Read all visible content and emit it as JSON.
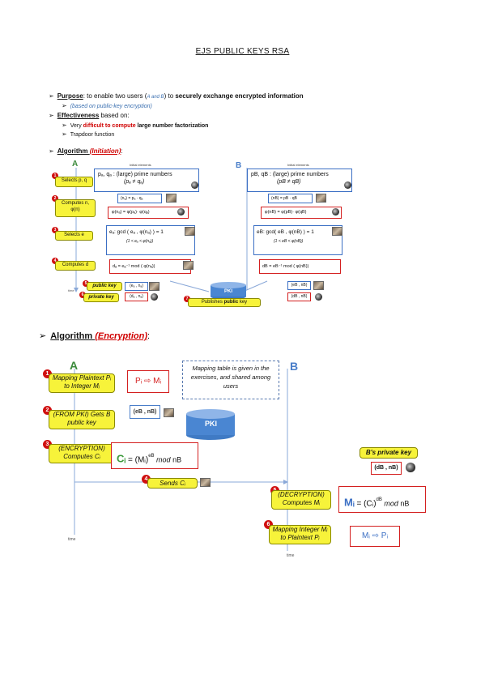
{
  "title": "EJS PUBLIC KEYS RSA",
  "bullets": {
    "purpose_label": "Purpose",
    "purpose_text_1": ": to enable two users (",
    "purpose_ab": "A and B",
    "purpose_text_2": ") to ",
    "purpose_bold": "securely exchange encrypted information",
    "purpose_sub": "(based on public-key encryption)",
    "eff_label": "Effectiveness",
    "eff_text": " based on:",
    "eff_sub1_pre": "Very ",
    "eff_sub1_red": "difficult to compute",
    "eff_sub1_post": " large number factorization",
    "eff_sub2": "Trapdoor function",
    "alg_label": "Algorithm ",
    "alg_init": "(Initiation)",
    "colon": ":"
  },
  "init": {
    "A": "A",
    "B": "B",
    "initial_elements": "Initial elements",
    "s1": "Selects p, q",
    "s2": "Computes n,",
    "s2b": "φ(n)",
    "s3": "Selects e",
    "s4": "Computes d",
    "primes_a_1": "pₐ, qₐ : (large) prime numbers",
    "primes_a_2": "(pₐ ≠ qₐ)",
    "primes_b_1": "pB, qB : (large) prime numbers",
    "primes_b_2": "(pB ≠ qB)",
    "n_a": "(nₐ) = pₐ · qₐ",
    "phi_a": "φ(nₐ) = φ(pₐ)· φ(qₐ)",
    "n_b": "(nB) = pB · qB",
    "phi_b": "φ(nB) = φ(pB)· φ(qB)",
    "e_a_1": "eₐ: gcd ( eₐ , φ(nₐ) ) = 1",
    "e_a_2": "(1 < eₐ < φ(nₐ))",
    "e_b_1": "eB: gcd( eB , φ(nB) ) = 1",
    "e_b_2": "(1 < eB < φ(nB))",
    "d_a": "dₐ = eₐ⁻¹ mod ( φ(nₐ))",
    "d_b": "dB = eB⁻¹ mod ( φ(nB))",
    "public_key": "public key",
    "private_key": "private key",
    "pub_a": "(eₐ , nₐ)",
    "priv_a": "(dₐ , nₐ)",
    "pub_b": "(eB , nB)",
    "priv_b": "(dB , nB)",
    "pki": "PKI",
    "publishes_pre": "Publishes ",
    "publishes_bold": "public",
    "publishes_post": " key",
    "time": "time"
  },
  "enc": {
    "alg_label": "Algorithm ",
    "alg_enc": "(Encryption)",
    "colon": ":",
    "A": "A",
    "B": "B",
    "mapping_table": "Mapping table is given in the exercises, and shared among users",
    "s1": "Mapping Plaintext Pᵢ to Integer Mᵢ",
    "s1_box": "Pᵢ ⇨ Mᵢ",
    "s2": "(FROM PKI) Gets B public key",
    "s2_box": "(eB , nB)",
    "pki": "PKI",
    "s3": "(ENCRYPTION) Computes Cᵢ",
    "s3_box_c": "Cᵢ",
    "s3_box_eq": " = (Mᵢ)",
    "s3_box_exp": "eB",
    "s3_box_mod": " mod ",
    "s3_box_n": "nB",
    "s4": "Sends Cᵢ",
    "b_priv": "B's private key",
    "b_priv_box": "(dB , nB)",
    "s5": "(DECRYPTION) Computes Mᵢ",
    "s5_box_m": "Mᵢ",
    "s5_box_eq": " = (Cᵢ)",
    "s5_box_exp": "dB",
    "s5_box_mod": " mod ",
    "s5_box_n": "nB",
    "s6": "Mapping Integer Mᵢ to Plaintext Pᵢ",
    "s6_box": "Mᵢ ⇨ Pᵢ",
    "time": "time",
    "time2": "time"
  }
}
